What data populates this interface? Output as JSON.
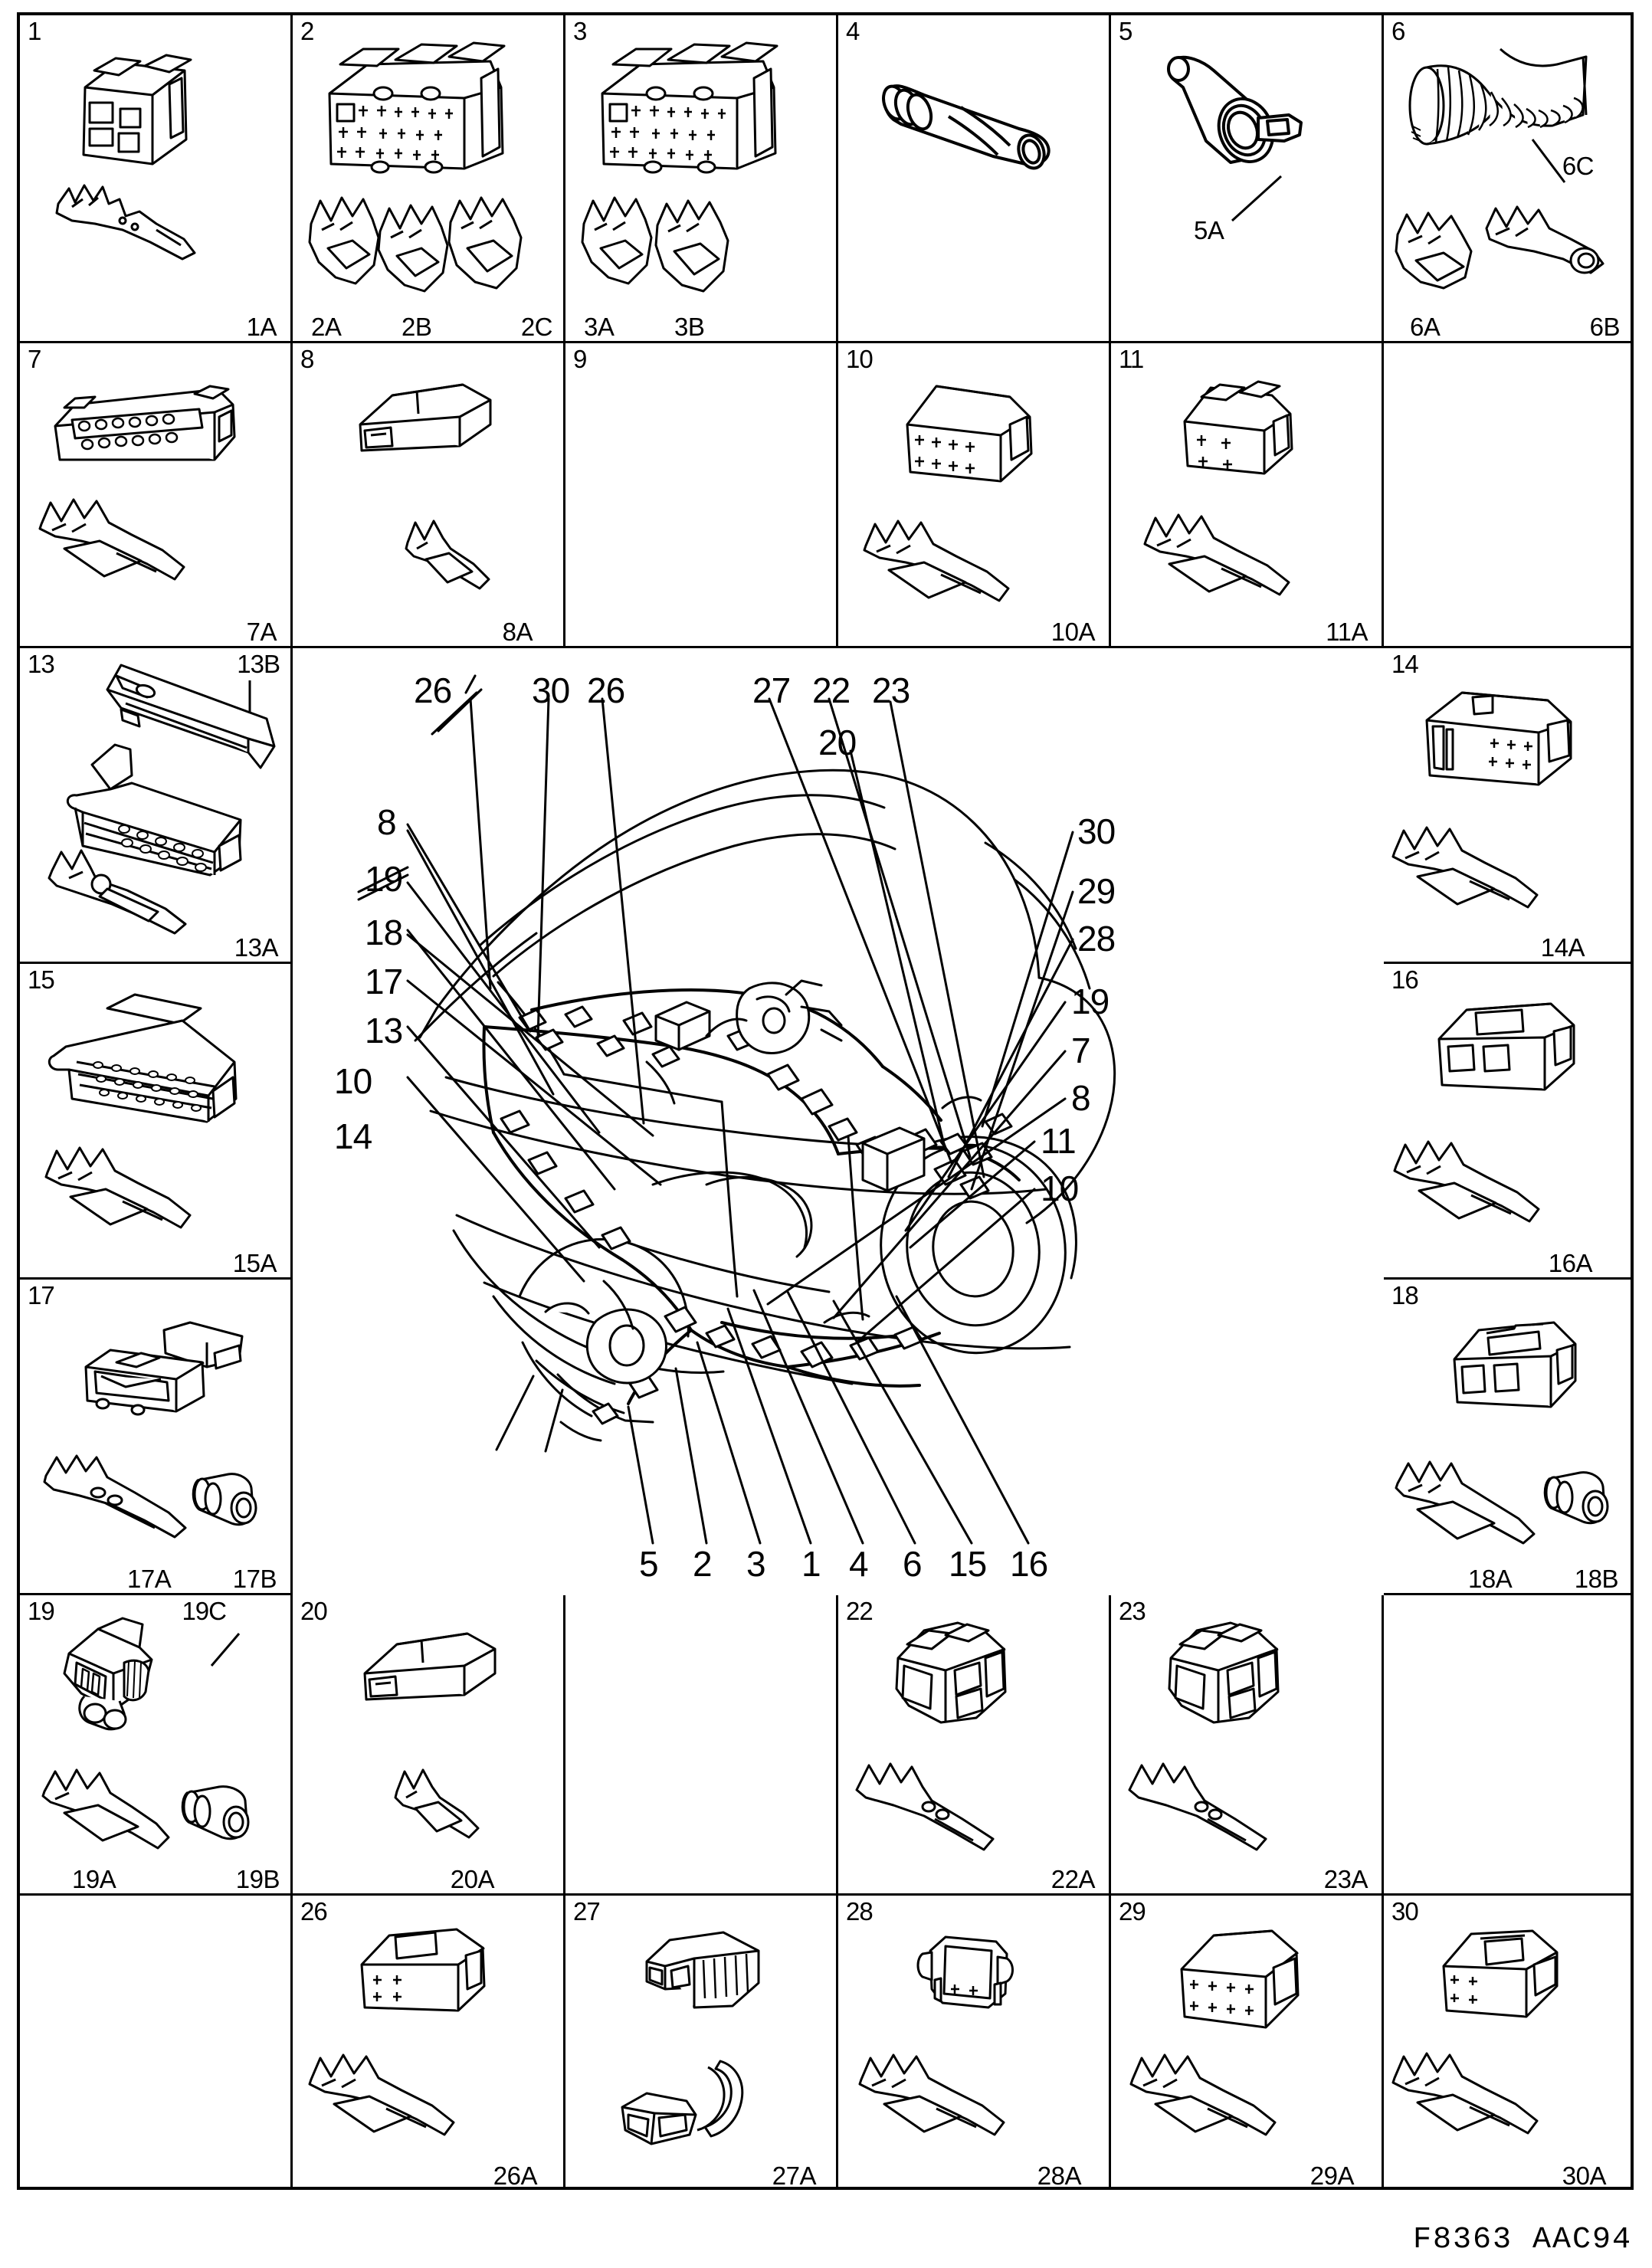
{
  "document": {
    "type": "automotive-wiring-harness-connector-parts-diagram",
    "footer_code": "F8363 AAC94"
  },
  "cells": [
    {
      "id": "c1",
      "number": "1",
      "labels": [
        "1A"
      ],
      "row": 1,
      "col": 1
    },
    {
      "id": "c2",
      "number": "2",
      "labels": [
        "2A",
        "2B",
        "2C"
      ],
      "row": 1,
      "col": 2
    },
    {
      "id": "c3",
      "number": "3",
      "labels": [
        "3A",
        "3B"
      ],
      "row": 1,
      "col": 3
    },
    {
      "id": "c4",
      "number": "4",
      "labels": [],
      "row": 1,
      "col": 4
    },
    {
      "id": "c5",
      "number": "5",
      "labels": [
        "5A"
      ],
      "row": 1,
      "col": 5
    },
    {
      "id": "c6",
      "number": "6",
      "labels": [
        "6C",
        "6A",
        "6B"
      ],
      "row": 1,
      "col": 6
    },
    {
      "id": "c7",
      "number": "7",
      "labels": [
        "7A"
      ],
      "row": 2,
      "col": 1
    },
    {
      "id": "c8",
      "number": "8",
      "labels": [
        "8A"
      ],
      "row": 2,
      "col": 2
    },
    {
      "id": "c9",
      "number": "9",
      "labels": [],
      "row": 2,
      "col": 3
    },
    {
      "id": "c10",
      "number": "10",
      "labels": [
        "10A"
      ],
      "row": 2,
      "col": 4
    },
    {
      "id": "c11",
      "number": "11",
      "labels": [
        "11A"
      ],
      "row": 2,
      "col": 5
    },
    {
      "id": "c12",
      "number": "",
      "labels": [],
      "row": 2,
      "col": 6
    },
    {
      "id": "c13",
      "number": "13",
      "labels": [
        "13B",
        "13A"
      ],
      "row": 3,
      "col": 1
    },
    {
      "id": "c14",
      "number": "14",
      "labels": [
        "14A"
      ],
      "row": 3,
      "col": 6
    },
    {
      "id": "c15",
      "number": "15",
      "labels": [
        "15A"
      ],
      "row": 4,
      "col": 1
    },
    {
      "id": "c16",
      "number": "16",
      "labels": [
        "16A"
      ],
      "row": 4,
      "col": 6
    },
    {
      "id": "c17",
      "number": "17",
      "labels": [
        "17A",
        "17B"
      ],
      "row": 5,
      "col": 1
    },
    {
      "id": "c18",
      "number": "18",
      "labels": [
        "18A",
        "18B"
      ],
      "row": 5,
      "col": 6
    },
    {
      "id": "c19",
      "number": "19",
      "labels": [
        "19C",
        "19A",
        "19B"
      ],
      "row": 6,
      "col": 1
    },
    {
      "id": "c20",
      "number": "20",
      "labels": [
        "20A"
      ],
      "row": 6,
      "col": 2
    },
    {
      "id": "c21",
      "number": "",
      "labels": [],
      "row": 6,
      "col": 3
    },
    {
      "id": "c22",
      "number": "22",
      "labels": [
        "22A"
      ],
      "row": 6,
      "col": 4
    },
    {
      "id": "c23",
      "number": "23",
      "labels": [
        "23A"
      ],
      "row": 6,
      "col": 5
    },
    {
      "id": "c24",
      "number": "",
      "labels": [],
      "row": 6,
      "col": 6
    },
    {
      "id": "c25",
      "number": "",
      "labels": [],
      "row": 7,
      "col": 1
    },
    {
      "id": "c26",
      "number": "26",
      "labels": [
        "26A"
      ],
      "row": 7,
      "col": 2
    },
    {
      "id": "c27",
      "number": "27",
      "labels": [
        "27A"
      ],
      "row": 7,
      "col": 3
    },
    {
      "id": "c28",
      "number": "28",
      "labels": [
        "28A"
      ],
      "row": 7,
      "col": 4
    },
    {
      "id": "c29",
      "number": "29",
      "labels": [
        "29A"
      ],
      "row": 7,
      "col": 5
    },
    {
      "id": "c30",
      "number": "30",
      "labels": [
        "30A"
      ],
      "row": 7,
      "col": 6
    }
  ],
  "cell_text": {
    "c1_num": "1",
    "c1_l0": "1A",
    "c2_num": "2",
    "c2_l0": "2A",
    "c2_l1": "2B",
    "c2_l2": "2C",
    "c3_num": "3",
    "c3_l0": "3A",
    "c3_l1": "3B",
    "c4_num": "4",
    "c5_num": "5",
    "c5_l0": "5A",
    "c6_num": "6",
    "c6_l0": "6C",
    "c6_l1": "6A",
    "c6_l2": "6B",
    "c7_num": "7",
    "c7_l0": "7A",
    "c8_num": "8",
    "c8_l0": "8A",
    "c9_num": "9",
    "c10_num": "10",
    "c10_l0": "10A",
    "c11_num": "11",
    "c11_l0": "11A",
    "c13_num": "13",
    "c13_l0": "13B",
    "c13_l1": "13A",
    "c14_num": "14",
    "c14_l0": "14A",
    "c15_num": "15",
    "c15_l0": "15A",
    "c16_num": "16",
    "c16_l0": "16A",
    "c17_num": "17",
    "c17_l0": "17A",
    "c17_l1": "17B",
    "c18_num": "18",
    "c18_l0": "18A",
    "c18_l1": "18B",
    "c19_num": "19",
    "c19_l0": "19C",
    "c19_l1": "19A",
    "c19_l2": "19B",
    "c20_num": "20",
    "c20_l0": "20A",
    "c22_num": "22",
    "c22_l0": "22A",
    "c23_num": "23",
    "c23_l0": "23A",
    "c26_num": "26",
    "c26_l0": "26A",
    "c27_num": "27",
    "c27_l0": "27A",
    "c28_num": "28",
    "c28_l0": "28A",
    "c29_num": "29",
    "c29_l0": "29A",
    "c30_num": "30",
    "c30_l0": "30A"
  },
  "vehicle_diagram": {
    "description": "Exploded side view of vehicle body showing wiring harness routing with numbered connector callouts",
    "callouts_top": [
      "26",
      "30",
      "26",
      "27",
      "22",
      "23"
    ],
    "callouts_upper_right": [
      "20",
      "30",
      "29",
      "28"
    ],
    "callouts_left": [
      "8",
      "19",
      "18",
      "17",
      "13",
      "10",
      "14"
    ],
    "callouts_right": [
      "19",
      "7",
      "8",
      "11",
      "10"
    ],
    "callouts_bottom": [
      "5",
      "2",
      "3",
      "1",
      "4",
      "6",
      "15",
      "16"
    ],
    "labels": {
      "co_26a": "26",
      "co_30a": "30",
      "co_26b": "26",
      "co_27": "27",
      "co_22": "22",
      "co_23": "23",
      "co_20": "20",
      "co_30b": "30",
      "co_29": "29",
      "co_28": "28",
      "co_l8a": "8",
      "co_l19": "19",
      "co_l18": "18",
      "co_l17": "17",
      "co_l13": "13",
      "co_l10": "10",
      "co_l14": "14",
      "co_r19": "19",
      "co_r7": "7",
      "co_r8": "8",
      "co_r11": "11",
      "co_r10": "10",
      "co_b5": "5",
      "co_b2": "2",
      "co_b3": "3",
      "co_b1": "1",
      "co_b4": "4",
      "co_b6": "6",
      "co_b15": "15",
      "co_b16": "16"
    }
  },
  "footer": {
    "code": "F8363 AAC94"
  }
}
